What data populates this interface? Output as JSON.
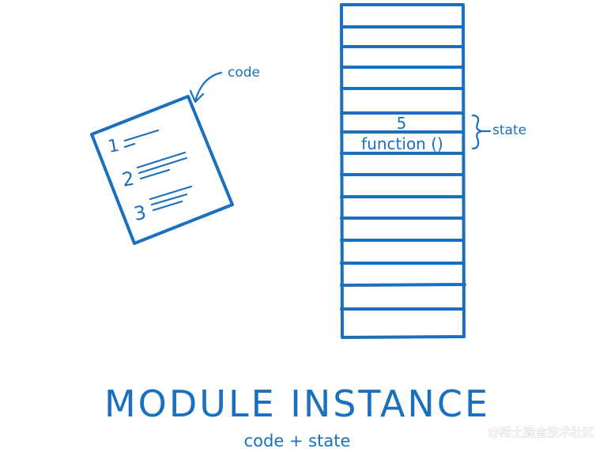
{
  "document": {
    "labels": {
      "code": "code",
      "state": "state",
      "state_value": "5",
      "state_function": "function ()",
      "list_numbers": [
        "1",
        "2",
        "3"
      ]
    },
    "title": "MODULE INSTANCE",
    "subtitle": "code + state",
    "watermark": "@稀土掘金技术社区",
    "colors": {
      "ink": "#1a6fbf",
      "background": "#ffffff"
    }
  }
}
